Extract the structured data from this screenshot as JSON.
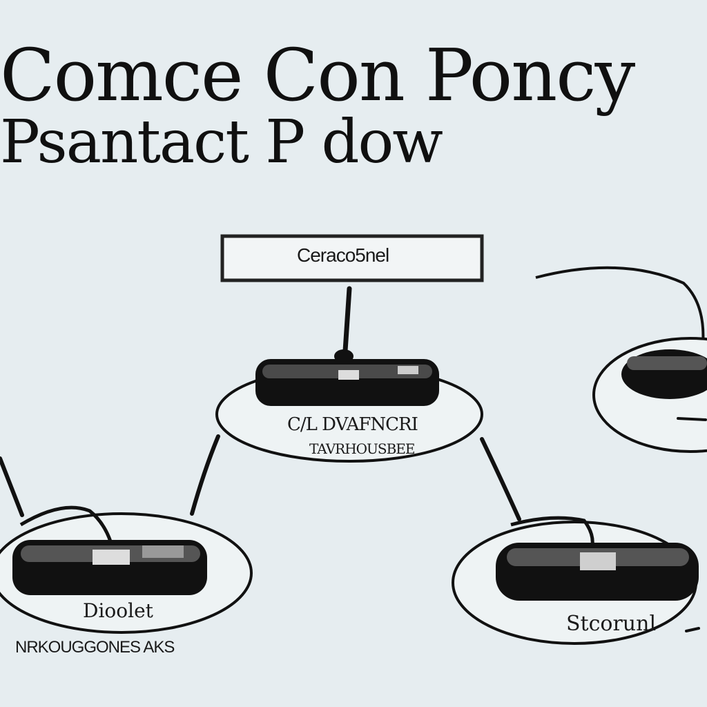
{
  "title": {
    "line1": "Comce Con Poncy",
    "line2": "Psantact  P dow"
  },
  "top_box": {
    "label": "Ceraco5nel"
  },
  "center_node": {
    "line1": "C/L DVAFNCRI",
    "line2": "TAVRHOUSBEE"
  },
  "left_node": {
    "label": "Dioolet"
  },
  "right_node": {
    "label": "Stcorunl"
  },
  "bottom_left_label": "NRKOUGGONES AKS",
  "colors": {
    "ink": "#111111",
    "paper": "#e6edf0"
  }
}
